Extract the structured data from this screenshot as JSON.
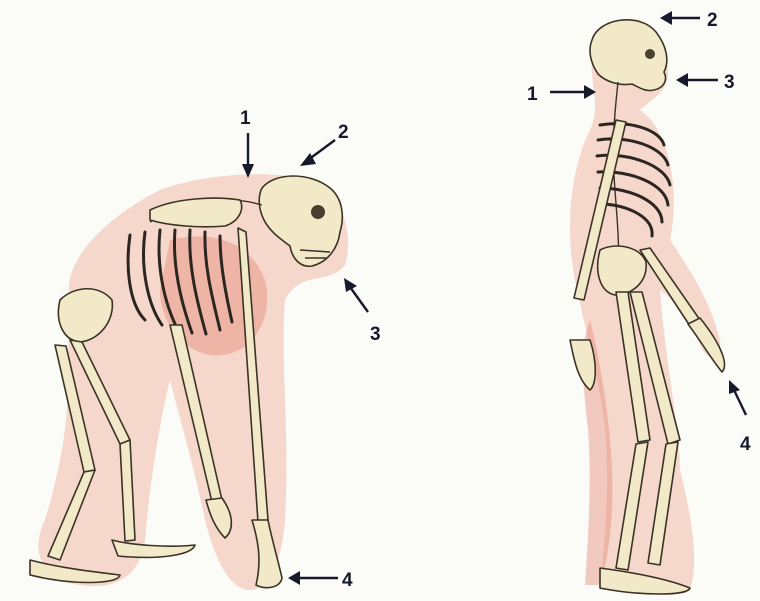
{
  "labels": {
    "ape": {
      "l1": "1",
      "l2": "2",
      "l3": "3",
      "l4": "4"
    },
    "human": {
      "l1": "1",
      "l2": "2",
      "l3": "3",
      "l4": "4"
    }
  },
  "colors": {
    "flesh": "#f2b9a8",
    "flesh_dark": "#e58c78",
    "bone": "#f1e9c8",
    "outline": "#3a3326",
    "label": "#161a2a",
    "background": "#fbfbf8"
  }
}
